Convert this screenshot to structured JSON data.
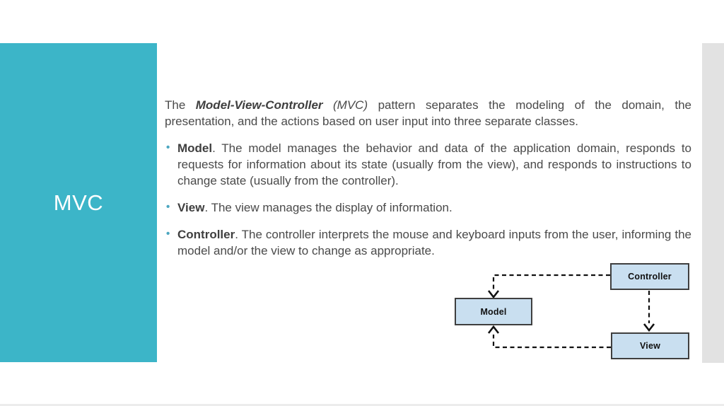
{
  "slide": {
    "title": "MVC",
    "intro": {
      "pre": "The ",
      "emphasis": "Model-View-Controller",
      "paren": " (MVC)",
      "rest": " pattern separates the modeling of the domain, the presentation, and the actions based on user input into three separate classes."
    },
    "bullet_glyph": "•",
    "bullets": [
      {
        "lead": "Model",
        "rest": ". The model manages the behavior and data of the application domain, responds to requests for information about its state (usually from the view), and responds to instructions to change state (usually from the controller)."
      },
      {
        "lead": "View",
        "rest": ". The view manages the display of information."
      },
      {
        "lead": "Controller",
        "rest": ". The controller interprets the mouse and keyboard inputs from the user, informing the model and/or the view to change as appropriate."
      }
    ]
  },
  "diagram": {
    "nodes": [
      {
        "id": "controller",
        "label": "Controller"
      },
      {
        "id": "model",
        "label": "Model"
      },
      {
        "id": "view",
        "label": "View"
      }
    ],
    "connections": [
      "Controller to Model (dashed)",
      "Controller to View (dashed)",
      "View to Model (dashed)"
    ]
  },
  "colors": {
    "sidebar_teal": "#3cb5c8",
    "side_strip_gray": "#e2e2e2",
    "body_text": "#4a4a4a",
    "bullet_accent": "#4ba6c0",
    "node_fill": "#c9dff0",
    "node_border": "#3f3f3f",
    "connector": "#111111"
  }
}
